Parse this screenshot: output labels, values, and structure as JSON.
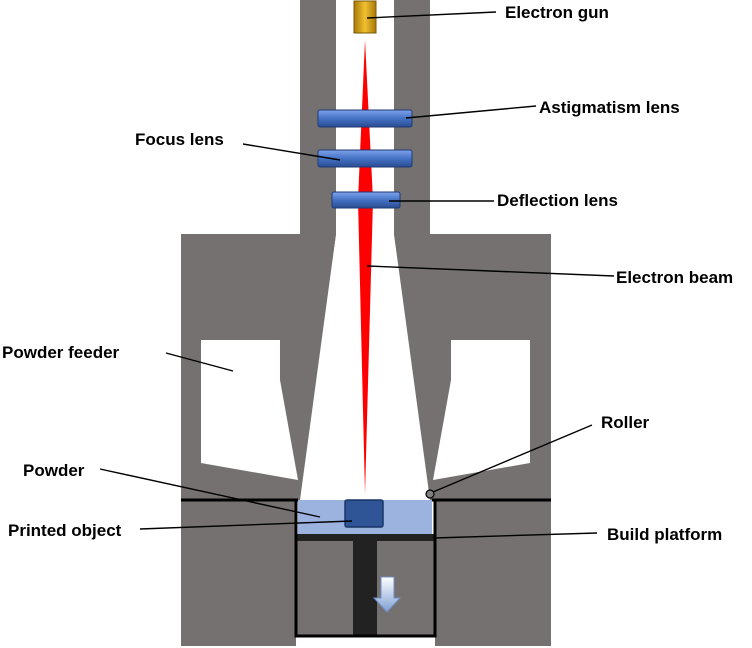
{
  "labels": {
    "electron_gun": "Electron gun",
    "astigmatism_lens": "Astigmatism lens",
    "focus_lens": "Focus lens",
    "deflection_lens": "Deflection lens",
    "electron_beam": "Electron beam",
    "powder_feeder": "Powder feeder",
    "roller": "Roller",
    "powder": "Powder",
    "printed_object": "Printed object",
    "build_platform": "Build platform"
  },
  "colors": {
    "chamber_wall": "#757171",
    "beam": "#ff0000",
    "lens": "#4472c4",
    "gun": "#c9980b",
    "powder": "#9cb3e0",
    "printed_object": "#2f5597",
    "platform": "#222222",
    "arrow": "#8ea9d6"
  },
  "icons": {
    "down_arrow": "down-arrow-icon",
    "roller": "roller-icon"
  }
}
